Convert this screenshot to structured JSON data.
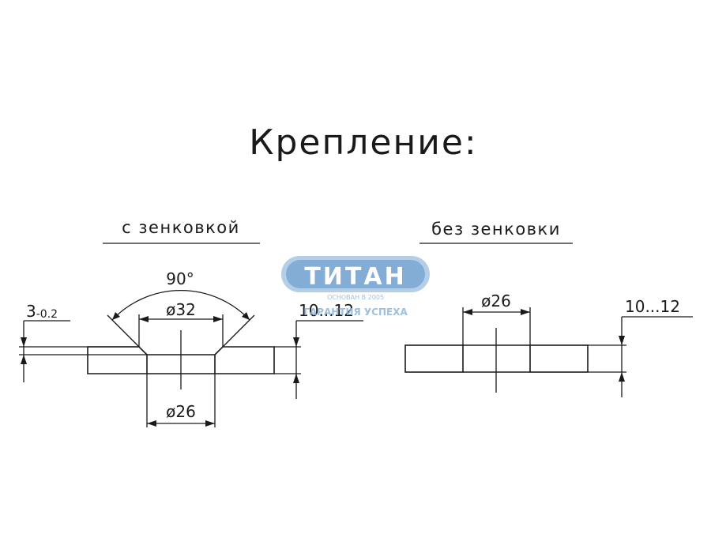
{
  "title": "Крепление:",
  "left_view": {
    "caption": "с зенковкой",
    "angle_label": "90°",
    "outer_countersink_label": "ø32",
    "hole_label": "ø26",
    "countersink_depth_main": "3",
    "countersink_depth_tolerance": "-0.2",
    "thickness_label": "10...12"
  },
  "right_view": {
    "caption": "без зенковки",
    "hole_label": "ø26",
    "thickness_label": "10...12"
  },
  "watermark": {
    "brand": "ТИТАН",
    "founded": "ОСНОВАН В 2005",
    "slogan": "ГАРАНТИЯ УСПЕХА",
    "color": "#6f9fd0"
  }
}
